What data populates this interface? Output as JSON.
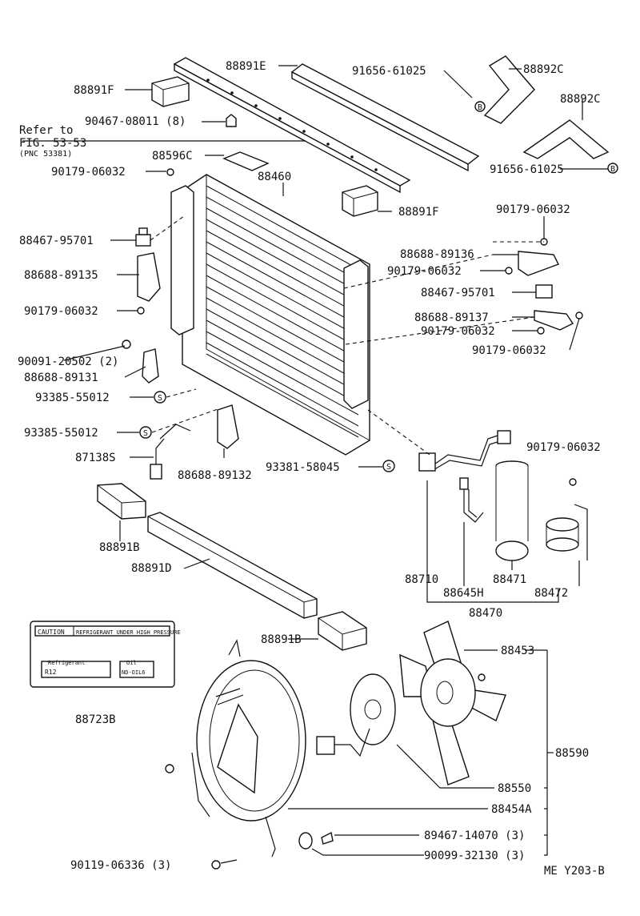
{
  "labels": {
    "p88891E": "88891E",
    "p91656_61025_top": "91656-61025",
    "p88892C_a": "88892C",
    "p88891F_left": "88891F",
    "p88892C_b": "88892C",
    "p90467": "90467-08011 (8)",
    "refer1": "Refer to",
    "refer2": "FIG. 53-53",
    "refer3": "(PNC 53381)",
    "p88596C": "88596C",
    "p90179_top": "90179-06032",
    "p88460": "88460",
    "p91656_61025_right": "91656-61025",
    "p88891F_right": "88891F",
    "p90179_r1": "90179-06032",
    "p88467_left": "88467-95701",
    "p88688_89136": "88688-89136",
    "p90179_r2": "90179-06032",
    "p88688_89135": "88688-89135",
    "p88467_right": "88467-95701",
    "p90179_left2": "90179-06032",
    "p88688_89137": "88688-89137",
    "p90179_r3": "90179-06032",
    "p90179_r4": "90179-06032",
    "p90091": "90091-20502 (2)",
    "p88688_89131": "88688-89131",
    "p93385_a": "93385-55012",
    "p93385_b": "93385-55012",
    "p90179_r5": "90179-06032",
    "p87138S": "87138S",
    "p88688_89132": "88688-89132",
    "p93381": "93381-58045",
    "p88891B_a": "88891B",
    "p88891D": "88891D",
    "p88710": "88710",
    "p88471": "88471",
    "p88645H": "88645H",
    "p88472": "88472",
    "p88470": "88470",
    "p88891B_b": "88891B",
    "p88453": "88453",
    "p88723B": "88723B",
    "p88590": "88590",
    "p88550": "88550",
    "p88454A": "88454A",
    "p89467": "89467-14070 (3)",
    "p90099": "90099-32130 (3)",
    "p90119": "90119-06336 (3)",
    "fig_code": "ME  Y203-B"
  },
  "caution_label": {
    "header_left": "CAUTION",
    "header_right": "REFRIGERANT UNDER HIGH PRESSURE",
    "refrigerant_title": "Refrigerant",
    "refrigerant_value": "R12",
    "oil_title": "Oil",
    "oil_value": "ND-OIL6"
  },
  "symbols": {
    "s": "S",
    "b": "B"
  }
}
